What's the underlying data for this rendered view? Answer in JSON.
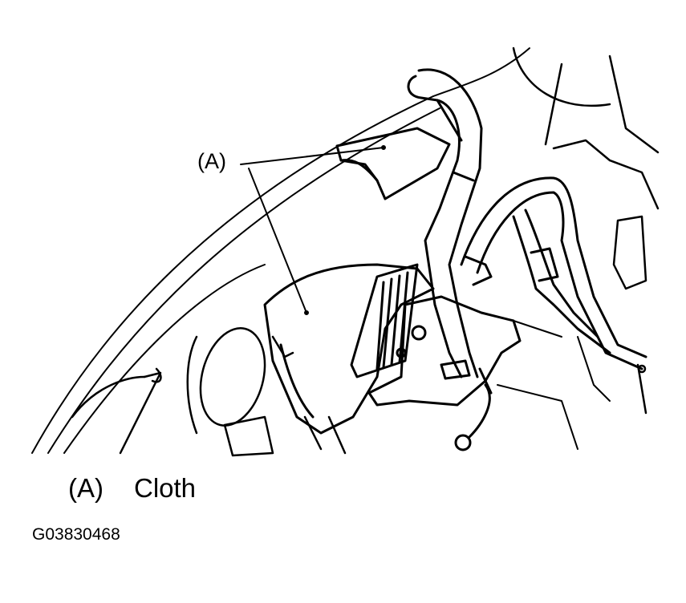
{
  "callout": {
    "label": "(A)"
  },
  "legend": {
    "key": "(A)",
    "description": "Cloth"
  },
  "figure_id": "G03830468",
  "colors": {
    "line": "#000000",
    "background": "#ffffff"
  }
}
